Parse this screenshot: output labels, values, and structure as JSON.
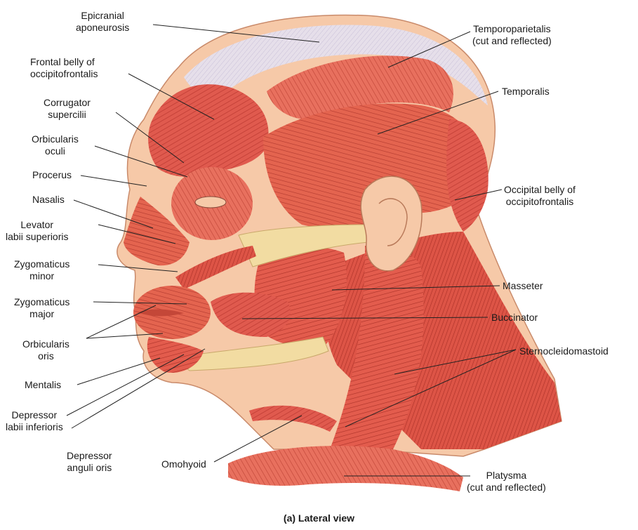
{
  "labels": {
    "epicranial": [
      "Epicranial",
      "aponeurosis"
    ],
    "frontal": [
      "Frontal belly of",
      "occipitofrontalis"
    ],
    "corrugator": [
      "Corrugator",
      "supercilii"
    ],
    "orbicularis_oculi": [
      "Orbicularis",
      "oculi"
    ],
    "procerus": [
      "Procerus"
    ],
    "nasalis": [
      "Nasalis"
    ],
    "levator": [
      "Levator",
      "labii superioris"
    ],
    "zyg_minor": [
      "Zygomaticus",
      "minor"
    ],
    "zyg_major": [
      "Zygomaticus",
      "major"
    ],
    "orbicularis_oris": [
      "Orbicularis",
      "oris"
    ],
    "mentalis": [
      "Mentalis"
    ],
    "depressor_labii": [
      "Depressor",
      "labii inferioris"
    ],
    "depressor_anguli": [
      "Depressor",
      "anguli oris"
    ],
    "omohyoid": [
      "Omohyoid"
    ],
    "temporoparietalis": [
      "Temporoparietalis",
      "(cut and reflected)"
    ],
    "temporalis": [
      "Temporalis"
    ],
    "occipital": [
      "Occipital belly of",
      "occipitofrontalis"
    ],
    "masseter": [
      "Masseter"
    ],
    "buccinator": [
      "Buccinator"
    ],
    "sternocleidomastoid": [
      "Sternocleidomastoid"
    ],
    "platysma": [
      "Platysma",
      "(cut and reflected)"
    ]
  },
  "caption": "(a) Lateral view",
  "colors": {
    "muscle": "#e05a4e",
    "muscle_dark": "#b8362e",
    "muscle_light": "#f08a7a",
    "tendon": "#f2dca2",
    "skin": "#f6c9a8",
    "aponeurosis": "#d9d4e6",
    "leader": "#222222"
  }
}
